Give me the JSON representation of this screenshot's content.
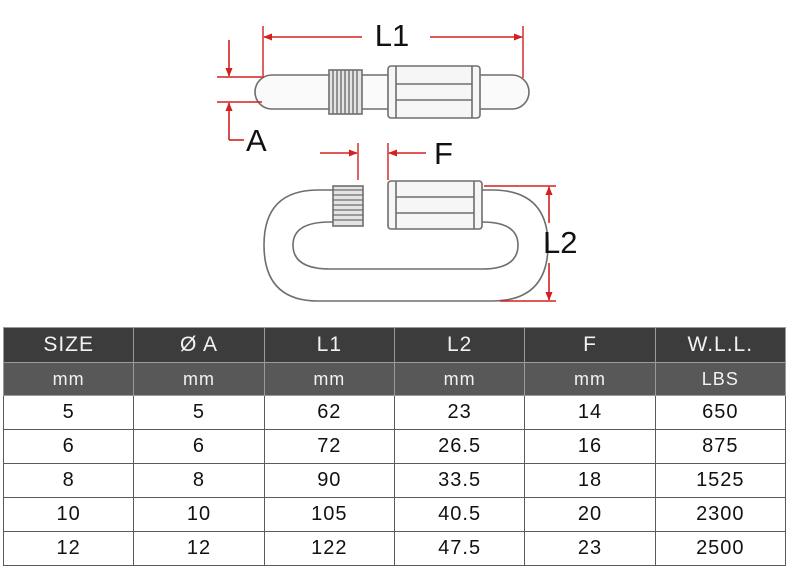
{
  "diagram": {
    "labels": {
      "l1": "L1",
      "a": "A",
      "f": "F",
      "l2": "L2"
    },
    "colors": {
      "dimension": "#d42020",
      "steel": "#7a7a7a",
      "text": "#111111"
    }
  },
  "table": {
    "headers": [
      "SIZE",
      "Ø A",
      "L1",
      "L2",
      "F",
      "W.L.L."
    ],
    "units": [
      "mm",
      "mm",
      "mm",
      "mm",
      "mm",
      "LBS"
    ],
    "rows": [
      [
        "5",
        "5",
        "62",
        "23",
        "14",
        "650"
      ],
      [
        "6",
        "6",
        "72",
        "26.5",
        "16",
        "875"
      ],
      [
        "8",
        "8",
        "90",
        "33.5",
        "18",
        "1525"
      ],
      [
        "10",
        "10",
        "105",
        "40.5",
        "20",
        "2300"
      ],
      [
        "12",
        "12",
        "122",
        "47.5",
        "23",
        "2500"
      ]
    ],
    "colors": {
      "header_bg": "#3c3c3c",
      "unit_bg": "#585858",
      "header_text": "#f2f2f2"
    }
  }
}
